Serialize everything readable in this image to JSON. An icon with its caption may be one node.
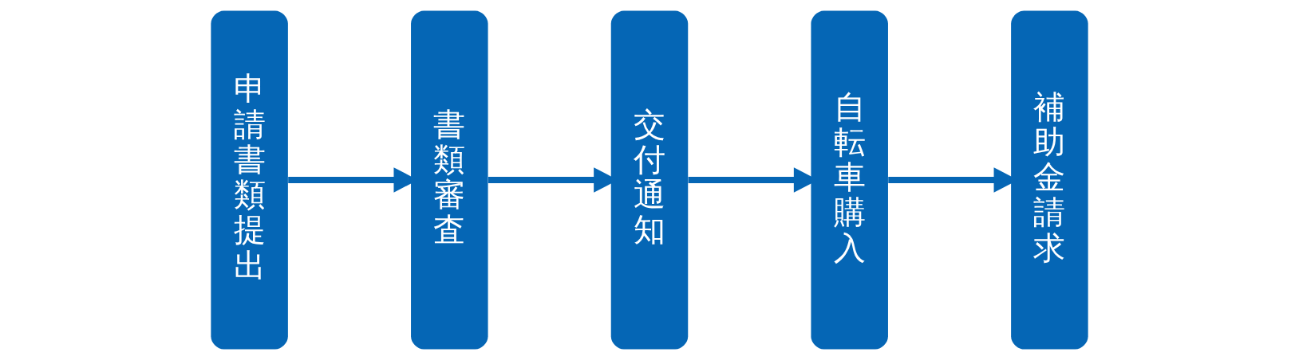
{
  "diagram": {
    "nodes": [
      {
        "text": [
          "申請書類提出"
        ]
      },
      {
        "text": [
          "書類審査"
        ]
      },
      {
        "text": [
          "交付通知"
        ]
      },
      {
        "text": [
          "自転車購入"
        ]
      },
      {
        "text": [
          "補助金請求"
        ]
      }
    ],
    "edges": [
      {
        "from": 0,
        "to": 1,
        "arrow": "to"
      },
      {
        "from": 1,
        "to": 2,
        "arrow": "to"
      },
      {
        "from": 2,
        "to": 3,
        "arrow": "to"
      },
      {
        "from": 3,
        "to": 4,
        "arrow": "to"
      }
    ]
  }
}
